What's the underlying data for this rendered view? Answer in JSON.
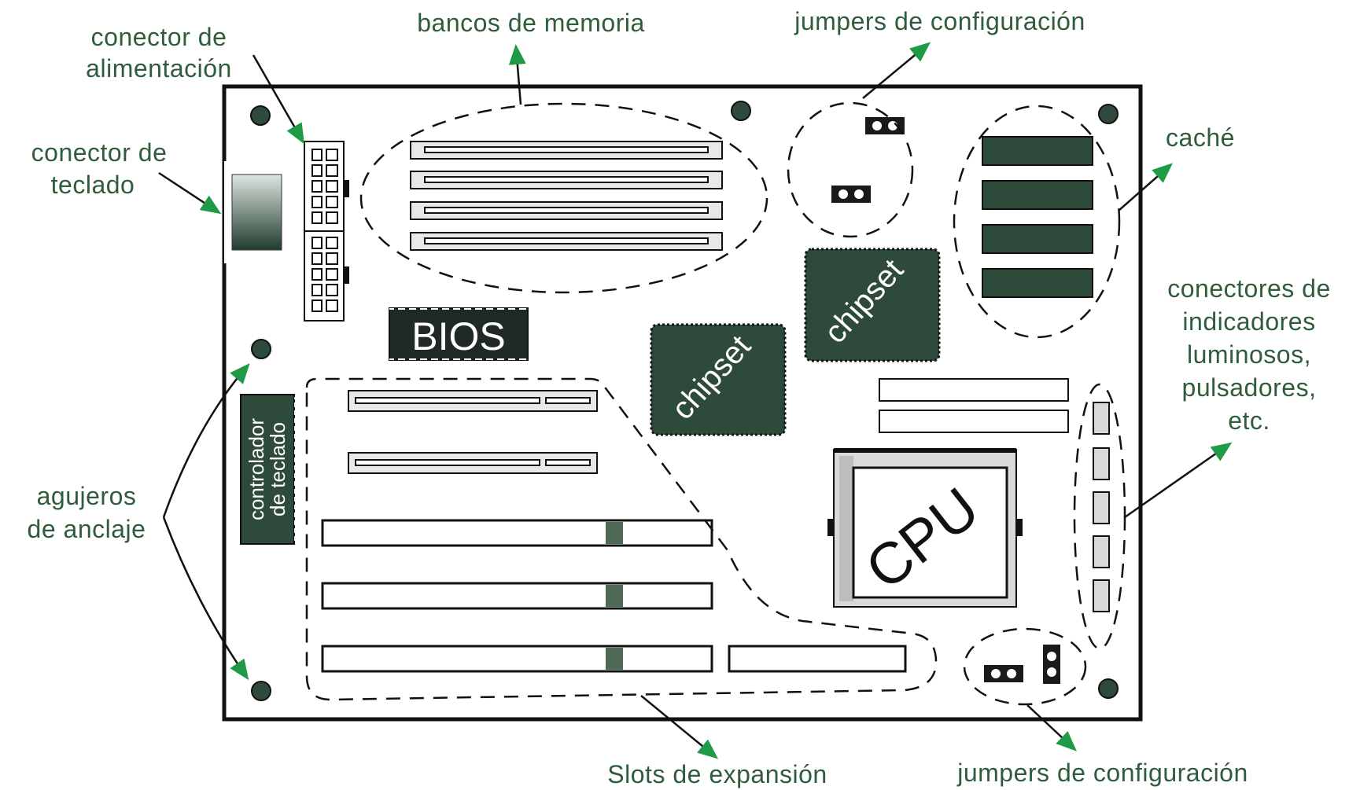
{
  "labels": {
    "bancos_memoria": "bancos de memoria",
    "jumpers_top": "jumpers de configuración",
    "jumpers_bottom": "jumpers de configuración",
    "conector_alimentacion_1": "conector de",
    "conector_alimentacion_2": "alimentación",
    "conector_teclado_1": "conector de",
    "conector_teclado_2": "teclado",
    "cache": "caché",
    "conectores_1": "conectores de",
    "conectores_2": "indicadores",
    "conectores_3": "luminosos,",
    "conectores_4": "pulsadores,",
    "conectores_5": "etc.",
    "agujeros_1": "agujeros",
    "agujeros_2": "de anclaje",
    "slots": "Slots de expansión"
  },
  "components": {
    "bios": "BIOS",
    "chipset_left": "chipset",
    "chipset_right": "chipset",
    "cpu": "CPU",
    "kbd_ctrl_1": "controlador",
    "kbd_ctrl_2": "de teclado"
  },
  "colors": {
    "label_text": "#2f5c3a",
    "arrow": "#1f9a46",
    "chip_fill": "#2e4a3a",
    "outline": "#111111"
  }
}
